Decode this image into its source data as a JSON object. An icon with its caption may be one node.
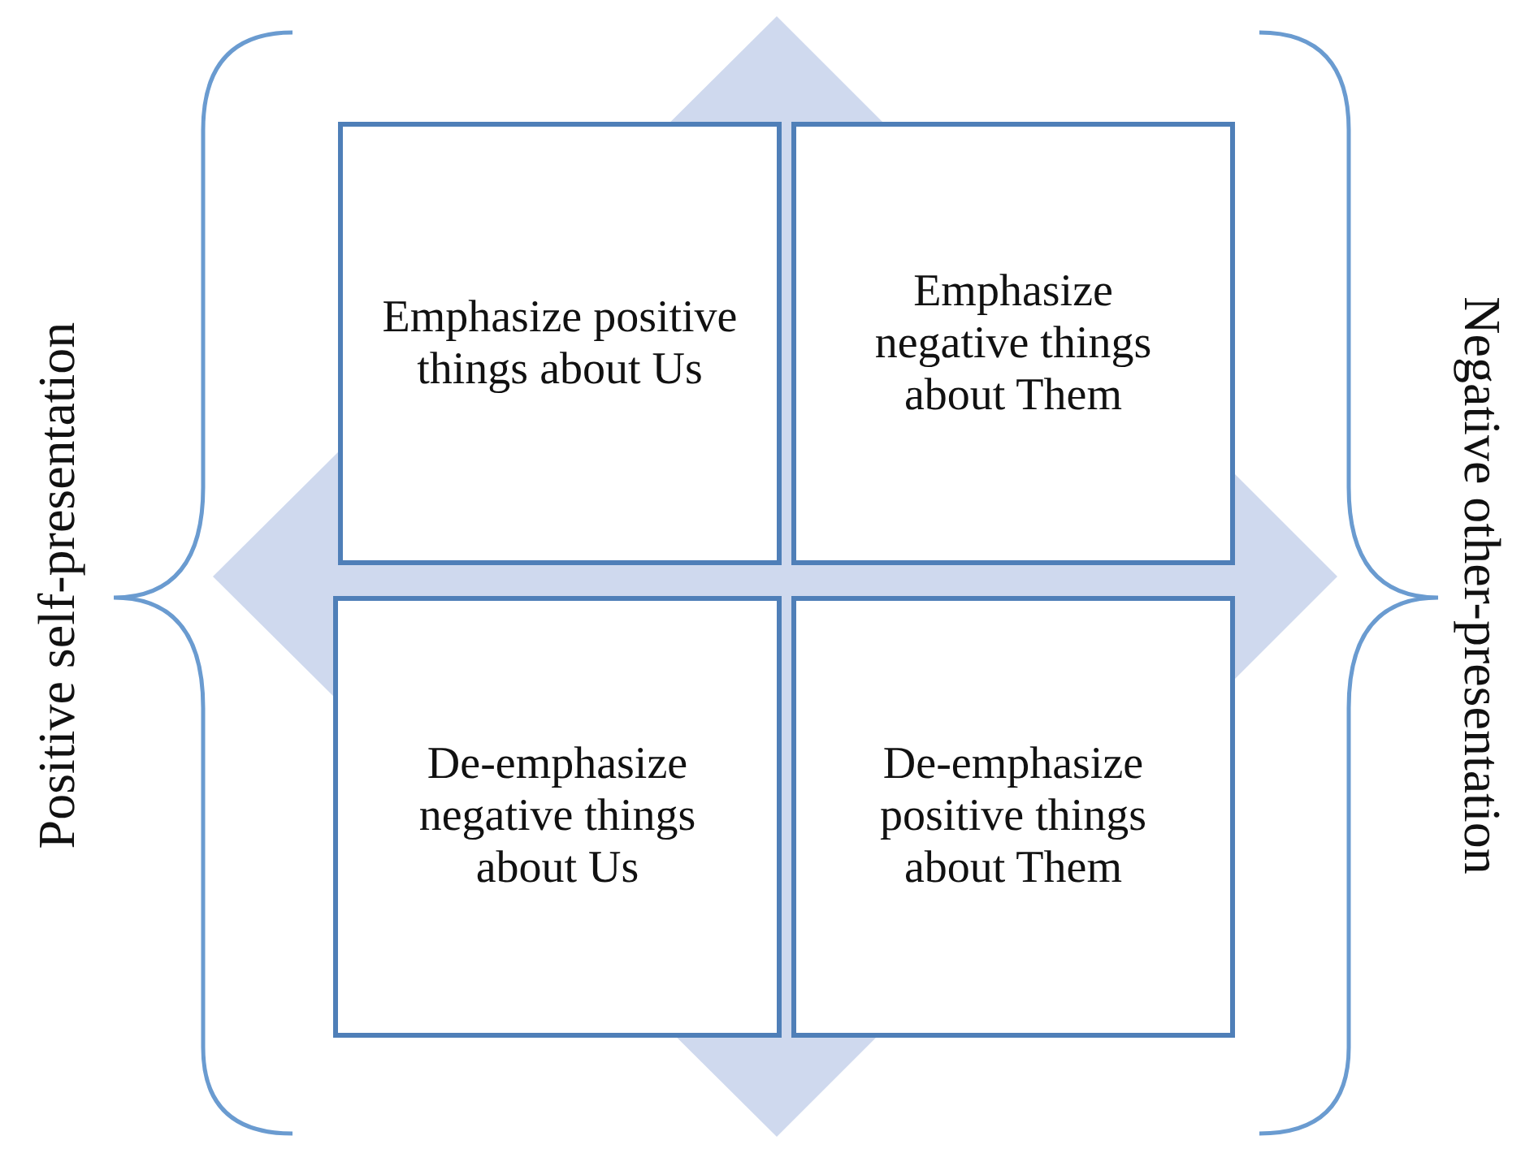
{
  "diagram": {
    "nodes": [
      {
        "text": [
          "Emphasize positive things about Us"
        ]
      },
      {
        "text": [
          "Emphasize negative things about Them"
        ]
      },
      {
        "text": [
          "De-emphasize negative things about Us"
        ]
      },
      {
        "text": [
          "De-emphasize positive things about Them"
        ]
      }
    ],
    "labels": [
      "Positive self-presentation",
      "Negative other-presentation"
    ]
  }
}
